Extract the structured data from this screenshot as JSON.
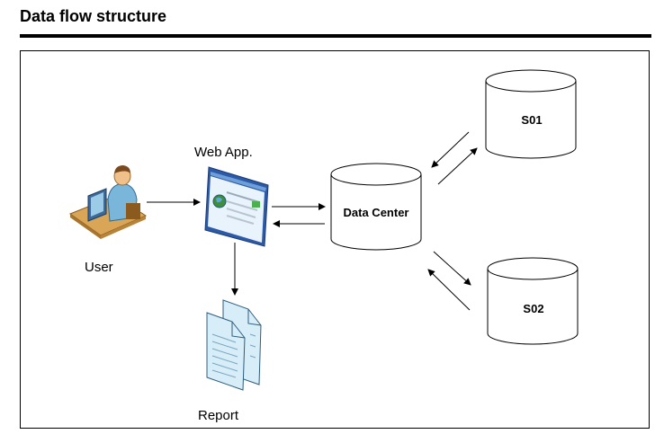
{
  "page": {
    "title": "Data flow structure"
  },
  "nodes": {
    "user": {
      "label": "User",
      "icon": "user-at-computer-icon"
    },
    "web_app": {
      "label": "Web App.",
      "icon": "web-browser-window-icon"
    },
    "data_center": {
      "label": "Data Center",
      "shape": "cylinder"
    },
    "s01": {
      "label": "S01",
      "shape": "cylinder"
    },
    "s02": {
      "label": "S02",
      "shape": "cylinder"
    },
    "report": {
      "label": "Report",
      "icon": "documents-icon"
    }
  },
  "edges": [
    {
      "from": "User",
      "to": "Web App."
    },
    {
      "from": "Web App.",
      "to": "Data Center"
    },
    {
      "from": "Data Center",
      "to": "Web App."
    },
    {
      "from": "Web App.",
      "to": "Report"
    },
    {
      "from": "Data Center",
      "to": "S01"
    },
    {
      "from": "S01",
      "to": "Data Center"
    },
    {
      "from": "Data Center",
      "to": "S02"
    },
    {
      "from": "S02",
      "to": "Data Center"
    }
  ],
  "colors": {
    "line": "#000000",
    "doc_fill": "#d7eef8",
    "screen_fill": "#e8f3fb",
    "window_frame": "#2c5aa8",
    "user_shirt": "#7ab6d9",
    "desk": "#c9964a"
  }
}
